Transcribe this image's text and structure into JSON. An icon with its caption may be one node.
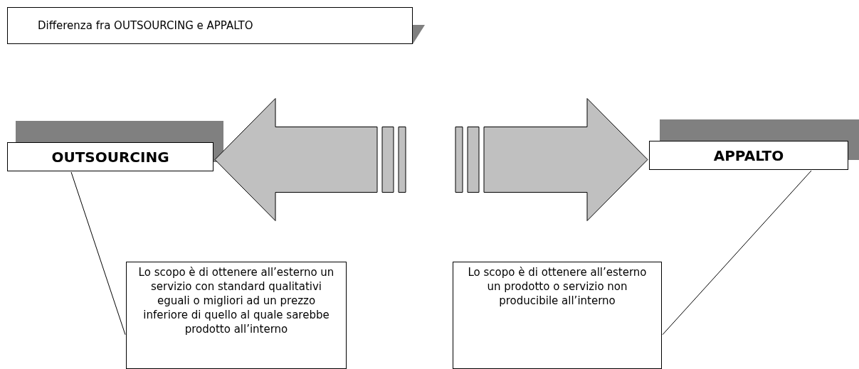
{
  "diagram": {
    "title": "Differenza fra OUTSOURCING e APPALTO",
    "nodes": [
      {
        "text": [
          "OUTSOURCING"
        ]
      },
      {
        "text": [
          "APPALTO"
        ]
      },
      {
        "text": [
          "Lo scopo è di ottenere all’esterno un servizio con standard qualitativi eguali o migliori ad un prezzo inferiore di quello al quale sarebbe prodotto all’interno"
        ]
      },
      {
        "text": [
          "Lo scopo è di ottenere all’esterno un prodotto o servizio non producibile all’interno"
        ]
      }
    ],
    "edges": [
      {
        "from": null,
        "to": 0,
        "arrow": "to",
        "style": "thick"
      },
      {
        "from": null,
        "to": 1,
        "arrow": "to",
        "style": "thick"
      },
      {
        "from": 2,
        "to": 0,
        "arrow": "none"
      },
      {
        "from": 3,
        "to": 1,
        "arrow": "none"
      }
    ]
  }
}
